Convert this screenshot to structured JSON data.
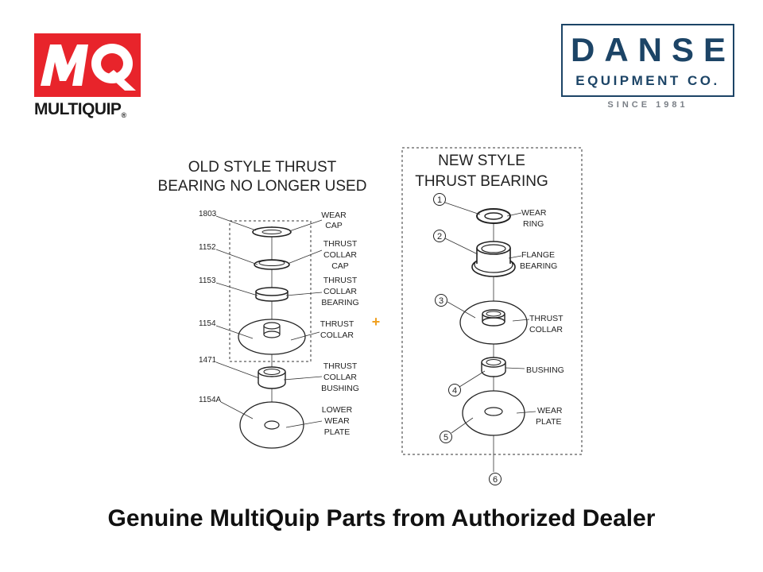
{
  "mq_logo": {
    "letters": "MQ",
    "wordmark": "MULTIQUIP",
    "registered": "®"
  },
  "danse_logo": {
    "name": "DANSE",
    "subtitle": "EQUIPMENT CO.",
    "since": "SINCE 1981"
  },
  "old_style": {
    "title_line1": "OLD STYLE THRUST",
    "title_line2": "BEARING NO LONGER USED",
    "parts": [
      {
        "number": "1803",
        "label": [
          "WEAR",
          "CAP"
        ]
      },
      {
        "number": "1152",
        "label": [
          "THRUST",
          "COLLAR",
          "CAP"
        ]
      },
      {
        "number": "1153",
        "label": [
          "THRUST",
          "COLLAR",
          "BEARING"
        ]
      },
      {
        "number": "1154",
        "label": [
          "THRUST",
          "COLLAR"
        ]
      },
      {
        "number": "1471",
        "label": [
          "THRUST",
          "COLLAR",
          "BUSHING"
        ]
      },
      {
        "number": "1154A",
        "label": [
          "LOWER",
          "WEAR",
          "PLATE"
        ]
      }
    ]
  },
  "plus_sign": "+",
  "new_style": {
    "title_line1": "NEW STYLE",
    "title_line2": "THRUST BEARING",
    "parts": [
      {
        "number": "1",
        "label": [
          "WEAR",
          "RING"
        ]
      },
      {
        "number": "2",
        "label": [
          "FLANGE",
          "BEARING"
        ]
      },
      {
        "number": "3",
        "label": [
          "THRUST",
          "COLLAR"
        ]
      },
      {
        "number": "4",
        "label": [
          "BUSHING"
        ]
      },
      {
        "number": "5",
        "label": [
          "WEAR",
          "PLATE"
        ]
      },
      {
        "number": "6",
        "label": []
      }
    ]
  },
  "footer": "Genuine MultiQuip Parts from Authorized Dealer",
  "colors": {
    "mq_red": "#e8242b",
    "danse_blue": "#1c4466",
    "since_gray": "#7a7f86",
    "plus_orange": "#f0a020"
  }
}
